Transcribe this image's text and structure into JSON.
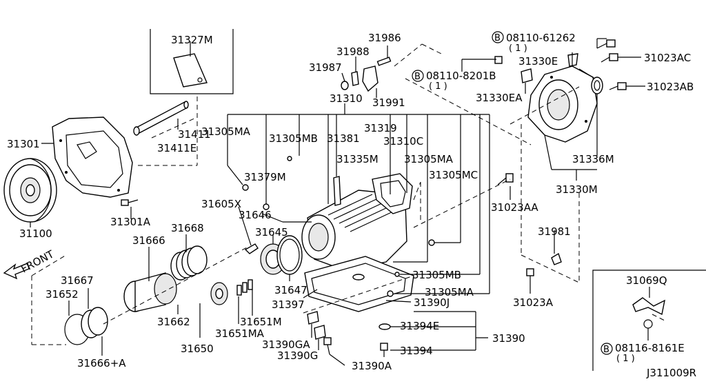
{
  "labels": {
    "p31327M": "31327M",
    "p31986": "31986",
    "p31988": "31988",
    "p31987": "31987",
    "p31991": "31991",
    "p31310": "31310",
    "p08110_61262": "08110-61262",
    "p08110_61262_qty": "( 1 )",
    "p31330E": "31330E",
    "p31023AC": "31023AC",
    "p08110_8201B": "08110-8201B",
    "p08110_8201B_qty": "( 1 )",
    "p31330EA": "31330EA",
    "p31023AB": "31023AB",
    "p31301": "31301",
    "p31411": "31411",
    "p31411E": "31411E",
    "p31305MA_a": "31305MA",
    "p31305MB_a": "31305MB",
    "p31381": "31381",
    "p31319": "31319",
    "p31310C": "31310C",
    "p31335M": "31335M",
    "p31305MA_b": "31305MA",
    "p31305MC": "31305MC",
    "p31379M": "31379M",
    "p31336M": "31336M",
    "p31330M": "31330M",
    "p31100": "31100",
    "p31301A": "31301A",
    "p31605X": "31605X",
    "p31646": "31646",
    "p31023AA": "31023AA",
    "p31668": "31668",
    "p31645": "31645",
    "p31666": "31666",
    "p31981": "31981",
    "p31305MB_b": "31305MB",
    "p31647": "31647",
    "p31305MA_c": "31305MA",
    "p31667": "31667",
    "p31652": "31652",
    "p31397": "31397",
    "p31390J": "31390J",
    "p31023A": "31023A",
    "p31069Q": "31069Q",
    "p31662": "31662",
    "p31651M": "31651M",
    "p31394E": "31394E",
    "p31390": "31390",
    "p31651MA": "31651MA",
    "p31390GA": "31390GA",
    "p31650": "31650",
    "p31394": "31394",
    "p31390G": "31390G",
    "p08116_8161E": "08116-8161E",
    "p08116_8161E_qty": "( 1 )",
    "p31666A": "31666+A",
    "p31390A": "31390A",
    "front": "FRONT",
    "bolt_marker": "B",
    "diagram_id": "J311009R"
  }
}
